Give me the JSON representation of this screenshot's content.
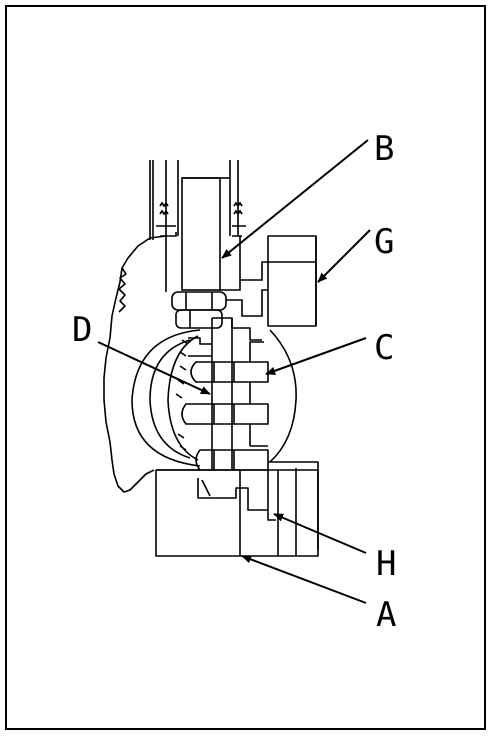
{
  "diagram": {
    "stroke_color": "#000000",
    "background_color": "#ffffff",
    "callouts": [
      {
        "id": "A",
        "label": "A"
      },
      {
        "id": "B",
        "label": "B"
      },
      {
        "id": "C",
        "label": "C"
      },
      {
        "id": "D",
        "label": "D"
      },
      {
        "id": "G",
        "label": "G"
      },
      {
        "id": "H",
        "label": "H"
      }
    ]
  }
}
